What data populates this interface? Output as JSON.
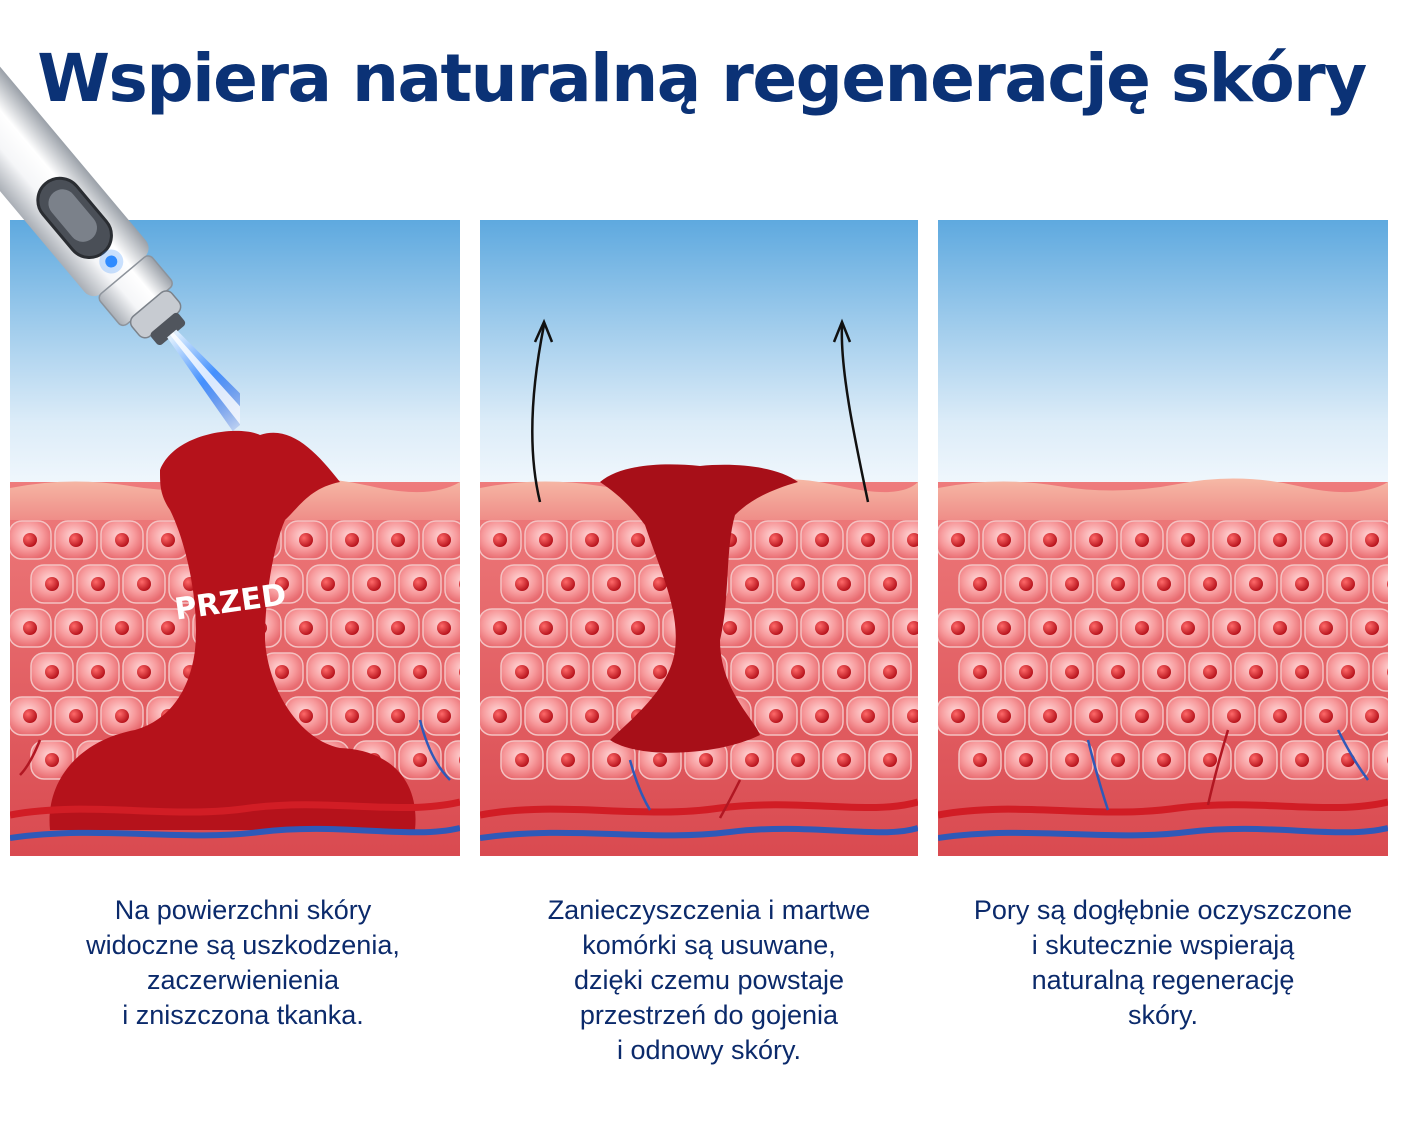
{
  "title": "Wspiera naturalną regenerację skóry",
  "panels": [
    {
      "label": "PRZED",
      "caption": [
        "Na powierzchni skóry",
        "widoczne są uszkodzenia,",
        "zaczerwienienia",
        "i zniszczona tkanka."
      ]
    },
    {
      "caption": [
        "Zanieczyszczenia i martwe",
        "komórki są usuwane,",
        "dzięki czemu powstaje",
        "przestrzeń do gojenia",
        "i odnowy skóry."
      ]
    },
    {
      "caption": [
        "Pory są dogłębnie oczyszczone",
        "i skutecznie wspierają",
        "naturalną regenerację",
        "skóry."
      ]
    }
  ],
  "colors": {
    "title": "#0b3276",
    "caption": "#0b2a6b",
    "sky_top": "#5fa9df",
    "sky_bottom": "#e9f3fb",
    "dermis": "#e8666a",
    "wound": "#b5121b",
    "artery": "#d11d25",
    "vein": "#2f59b8",
    "pen_light": "#2f8bff"
  },
  "icons": [
    "laser-pen-icon",
    "arrow-up-icon",
    "cell-icon",
    "blood-vessel-icon"
  ]
}
